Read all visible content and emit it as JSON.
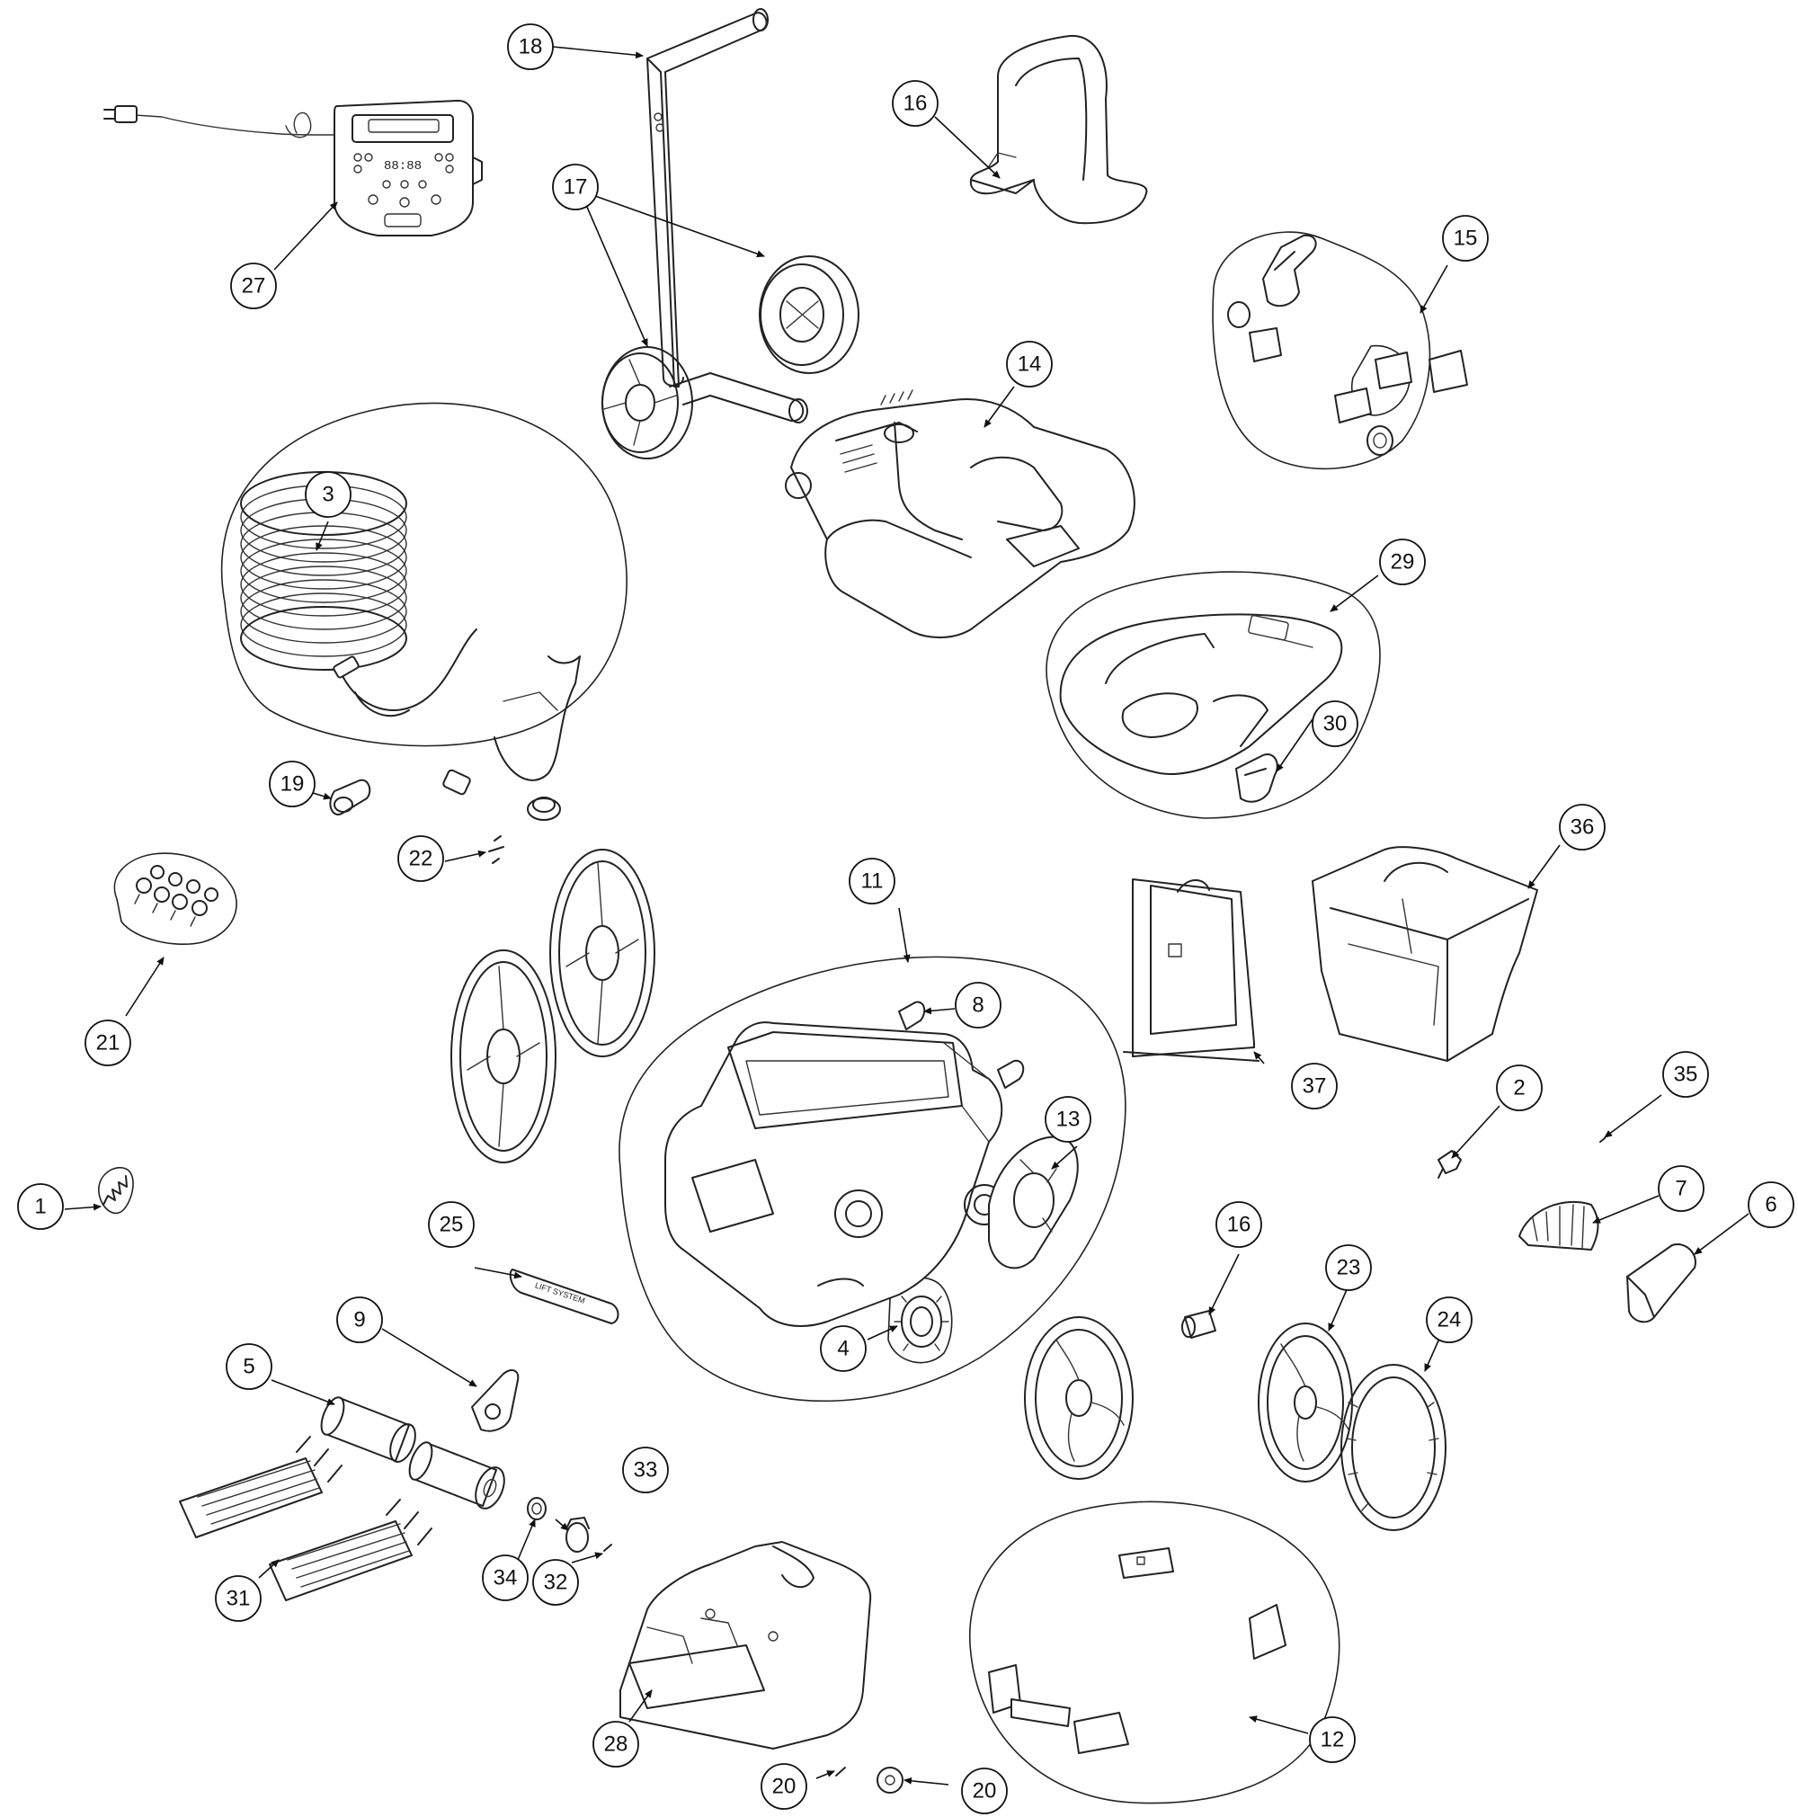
{
  "parts": [
    {
      "id": "p1",
      "label": "1"
    },
    {
      "id": "p2",
      "label": "2"
    },
    {
      "id": "p3",
      "label": "3"
    },
    {
      "id": "p4",
      "label": "4"
    },
    {
      "id": "p5",
      "label": "5"
    },
    {
      "id": "p6",
      "label": "6"
    },
    {
      "id": "p7",
      "label": "7"
    },
    {
      "id": "p8",
      "label": "8"
    },
    {
      "id": "p9",
      "label": "9"
    },
    {
      "id": "p11",
      "label": "11"
    },
    {
      "id": "p12",
      "label": "12"
    },
    {
      "id": "p13",
      "label": "13"
    },
    {
      "id": "p14",
      "label": "14"
    },
    {
      "id": "p15",
      "label": "15"
    },
    {
      "id": "p16a",
      "label": "16"
    },
    {
      "id": "p16b",
      "label": "16"
    },
    {
      "id": "p17",
      "label": "17"
    },
    {
      "id": "p18",
      "label": "18"
    },
    {
      "id": "p19",
      "label": "19"
    },
    {
      "id": "p20a",
      "label": "20"
    },
    {
      "id": "p20b",
      "label": "20"
    },
    {
      "id": "p21",
      "label": "21"
    },
    {
      "id": "p22",
      "label": "22"
    },
    {
      "id": "p23",
      "label": "23"
    },
    {
      "id": "p24",
      "label": "24"
    },
    {
      "id": "p25",
      "label": "25"
    },
    {
      "id": "p27",
      "label": "27"
    },
    {
      "id": "p28",
      "label": "28"
    },
    {
      "id": "p29",
      "label": "29"
    },
    {
      "id": "p30",
      "label": "30"
    },
    {
      "id": "p31",
      "label": "31"
    },
    {
      "id": "p32",
      "label": "32"
    },
    {
      "id": "p33",
      "label": "33"
    },
    {
      "id": "p34",
      "label": "34"
    },
    {
      "id": "p35",
      "label": "35"
    },
    {
      "id": "p36",
      "label": "36"
    },
    {
      "id": "p37",
      "label": "37"
    }
  ],
  "embossed_text": {
    "power_supply_display": "88:88",
    "handle_label": "LIFT SYSTEM"
  },
  "colors": {
    "line": "#222222",
    "background": "#ffffff"
  }
}
